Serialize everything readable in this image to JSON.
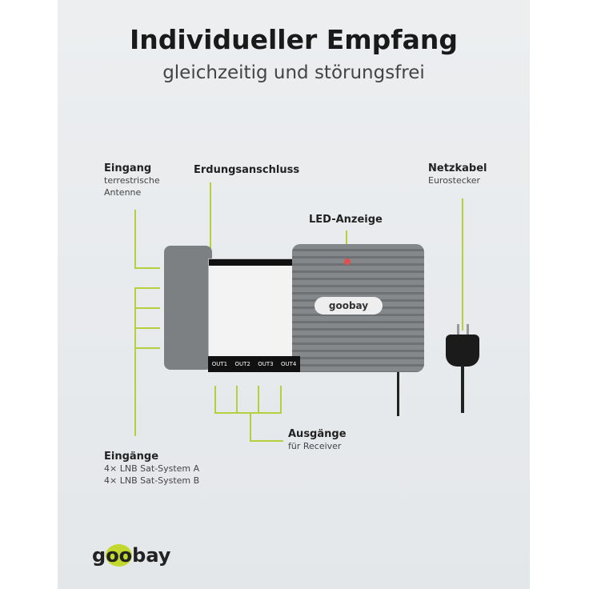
{
  "title": "Individueller Empfang",
  "subtitle": "gleichzeitig und störungsfrei",
  "labels": {
    "eingang": {
      "title": "Eingang",
      "lines": [
        "terrestrische",
        "Antenne"
      ]
    },
    "erdung": {
      "title": "Erdungsanschluss"
    },
    "led": {
      "title": "LED-Anzeige"
    },
    "netzkabel": {
      "title": "Netzkabel",
      "lines": [
        "Eurostecker"
      ]
    },
    "eingaenge": {
      "title": "Eingänge",
      "lines": [
        "4× LNB Sat-System A",
        "4× LNB Sat-System B"
      ]
    },
    "ausgaenge": {
      "title": "Ausgänge",
      "lines": [
        "für Receiver"
      ]
    }
  },
  "device": {
    "outputs": [
      "OUT1",
      "OUT2",
      "OUT3",
      "OUT4"
    ],
    "brand": "goobay"
  },
  "logo": {
    "text": "goobay"
  },
  "colors": {
    "accent": "#b7cf3c",
    "device": "#7a7d80",
    "background": "#e8eaed"
  }
}
